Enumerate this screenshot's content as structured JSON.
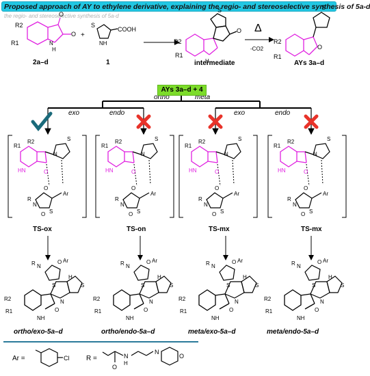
{
  "header": {
    "title": "Proposed approach of AY to ethylene derivative, explaining the regio- and stereoselective synthesis of 5a-d",
    "ghost_text": "the regio- and stereoselective synthesis of 5a-d"
  },
  "reaction": {
    "reactant1_label": "2a–d",
    "reactant2_label": "1",
    "intermediate_label": "intermediate",
    "product_label": "AYs 3a–d",
    "heat_symbol": "Δ",
    "co2_label": "-CO2",
    "plus": "+",
    "cooh": "COOH"
  },
  "branching": {
    "ays_box": "AYs 3a–d + 4",
    "ortho": "ortho",
    "meta": "meta",
    "exo_left": "exo",
    "endo_left": "endo",
    "exo_right": "exo",
    "endo_right": "endo"
  },
  "transition_states": [
    {
      "label": "TS-ox",
      "mark": "check"
    },
    {
      "label": "TS-on",
      "mark": "cross"
    },
    {
      "label": "TS-mx",
      "mark": "cross"
    },
    {
      "label": "TS-mx",
      "mark": "cross"
    }
  ],
  "products": [
    {
      "label": "ortho/exo-5a–d"
    },
    {
      "label": "ortho/endo-5a–d"
    },
    {
      "label": "meta/exo-5a–d"
    },
    {
      "label": "meta/endo-5a–d"
    }
  ],
  "legend": {
    "ar_label": "Ar =",
    "r_label": "R =",
    "cl": "Cl",
    "o": "O",
    "n": "N",
    "h": "H"
  },
  "colors": {
    "banner": "#22c7e3",
    "magenta": "#e020e0",
    "check": "#1a6a7a",
    "cross": "#e8332a",
    "ays_box": "#7ddc2a",
    "divider": "#2a7a9a"
  },
  "atoms": {
    "R1": "R1",
    "R2": "R2",
    "N": "N",
    "S": "S",
    "O": "O",
    "H": "H",
    "HN": "HN",
    "NH": "NH",
    "Ar": "Ar",
    "R": "R"
  }
}
